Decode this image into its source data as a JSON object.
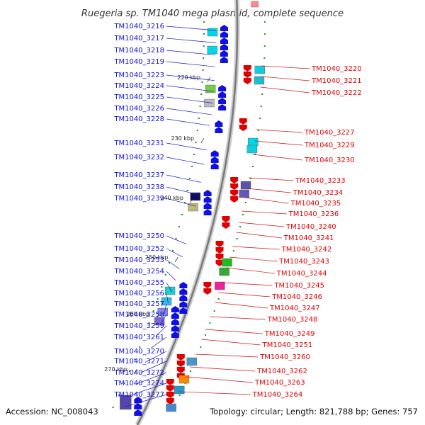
{
  "title": "Ruegeria sp. TM1040 mega plasmid, complete sequence",
  "accession": "Accession: NC_008043",
  "summary": "Topology: circular; Length: 821,788 bp; Genes: 757",
  "colors": {
    "forward": "#1010e0",
    "reverse": "#e00000",
    "leader_left": "#1a1acc",
    "leader_right": "#cc1111",
    "backbone": "#aaaaaa",
    "tick": "#1f8f1f"
  },
  "scale_labels": [
    "220 kbp",
    "230 kbp",
    "240 kbp",
    "250 kbp",
    "260 kbp",
    "270 kbp"
  ],
  "left_genes": [
    "TM1040_3216",
    "TM1040_3217",
    "TM1040_3218",
    "TM1040_3219",
    "TM1040_3223",
    "TM1040_3224",
    "TM1040_3225",
    "TM1040_3226",
    "TM1040_3228",
    "TM1040_3231",
    "TM1040_3232",
    "TM1040_3237",
    "TM1040_3238",
    "TM1040_3239",
    "TM1040_3250",
    "TM1040_3252",
    "TM1040_3253",
    "TM1040_3254",
    "TM1040_3255",
    "TM1040_3256",
    "TM1040_3257",
    "TM1040_3258",
    "TM1040_3259",
    "TM1040_3261",
    "TM1040_3270",
    "TM1040_3271",
    "TM1040_3272",
    "TM1040_3274",
    "TM1040_3277"
  ],
  "right_genes": [
    "TM1040_3220",
    "TM1040_3221",
    "TM1040_3222",
    "TM1040_3227",
    "TM1040_3229",
    "TM1040_3230",
    "TM1040_3233",
    "TM1040_3234",
    "TM1040_3235",
    "TM1040_3236",
    "TM1040_3240",
    "TM1040_3241",
    "TM1040_3242",
    "TM1040_3243",
    "TM1040_3244",
    "TM1040_3245",
    "TM1040_3246",
    "TM1040_3247",
    "TM1040_3248",
    "TM1040_3249",
    "TM1040_3251",
    "TM1040_3260",
    "TM1040_3262",
    "TM1040_3263",
    "TM1040_3264"
  ]
}
